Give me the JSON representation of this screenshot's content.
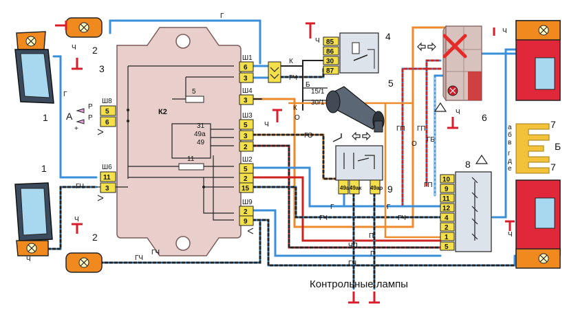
{
  "colors": {
    "blue": "#3a8fd8",
    "orange": "#ee8a2a",
    "red_wire": "#cc2222",
    "black": "#222222",
    "unit_fill": "#e8cfcb",
    "connector": "#f4e04a",
    "lamp_orange": "#f08a1e",
    "tail_red": "#e0283a",
    "ground_red": "#d81e2a"
  },
  "wire_codes": {
    "g": "Г",
    "gch": "ГЧ",
    "ch": "Ч",
    "k": "К",
    "o": "О",
    "go": "ГО",
    "gp": "ГП",
    "gb": "ГБ",
    "b": "Б",
    "r": "Р",
    "p": "П",
    "chp": "ЧП"
  },
  "callouts": [
    "1",
    "2",
    "3",
    "4",
    "5",
    "6",
    "7",
    "8",
    "9"
  ],
  "letters": {
    "a": "А",
    "b": "Б",
    "plus": "+"
  },
  "block": {
    "connectors": {
      "sh1": "Ш1",
      "sh2": "Ш2",
      "sh3": "Ш3",
      "sh4": "Ш4",
      "sh6": "Ш6",
      "sh8": "Ш8",
      "sh9": "Ш9"
    },
    "pins": {
      "sh1": [
        "6",
        "3"
      ],
      "sh4": [
        "3"
      ],
      "sh3": [
        "5",
        "3",
        "2"
      ],
      "sh2": [
        "5",
        "2",
        "15"
      ],
      "sh9": [
        "2",
        "9"
      ],
      "sh8": [
        "5",
        "6"
      ],
      "sh6": [
        "11",
        "3"
      ]
    },
    "relay_label": "К2",
    "relay_pins": [
      "31",
      "49а",
      "49"
    ],
    "fuse_5": "5",
    "fuse_11": "11"
  },
  "relay4": {
    "pins": [
      "85",
      "86",
      "30",
      "87"
    ]
  },
  "switch5": {
    "terminals": [
      "15/1",
      "30/1"
    ]
  },
  "switch9": {
    "pins": [
      "49а",
      "49ак",
      "49аp"
    ]
  },
  "switch8": {
    "pins": [
      "10",
      "9",
      "11",
      "12",
      "4",
      "2",
      "1",
      "5"
    ]
  },
  "panel_b": {
    "letters": [
      "а",
      "б",
      "в",
      "г",
      "д",
      "е"
    ]
  },
  "caption": "Контрольные лампы"
}
